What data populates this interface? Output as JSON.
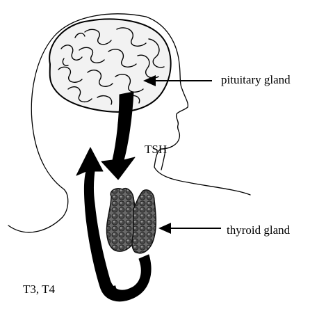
{
  "labels": {
    "pituitary": "pituitary gland",
    "tsh": "TSH",
    "thyroid": "thyroid gland",
    "t3_t4": "T3, T4"
  },
  "icons": {
    "head": "head-silhouette-icon",
    "brain": "brain-icon",
    "thyroid": "thyroid-gland-icon"
  },
  "colors": {
    "line": "#000000",
    "background": "#ffffff",
    "thyroid_fill": "#5a5a5a"
  }
}
